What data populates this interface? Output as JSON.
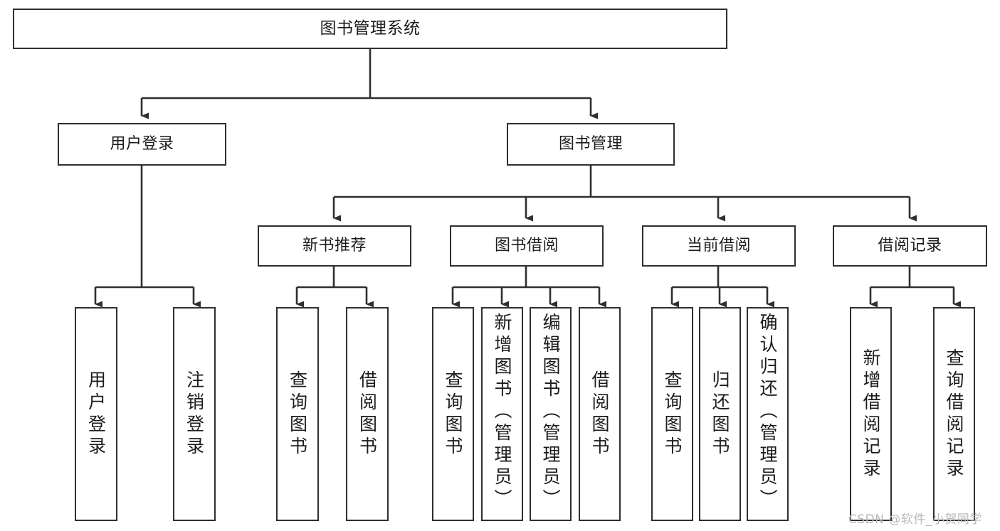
{
  "diagram": {
    "type": "hierarchy-tree",
    "title": "图书管理系统",
    "watermark": "CSDN @软件_小贺同学",
    "colors": {
      "box_border": "#2f2f2f",
      "box_fill": "#ffffff",
      "edge": "#2f2f2f",
      "text": "#1c1c1c",
      "watermark": "#b9b9b9"
    },
    "nodes": {
      "root": {
        "label": "图书管理系统"
      },
      "level2": [
        {
          "label": "用户登录"
        },
        {
          "label": "图书管理"
        }
      ],
      "level3": [
        {
          "label": "新书推荐"
        },
        {
          "label": "图书借阅"
        },
        {
          "label": "当前借阅"
        },
        {
          "label": "借阅记录"
        }
      ],
      "leaves": {
        "user_login": [
          {
            "label": "用户登录"
          },
          {
            "label": "注销登录"
          }
        ],
        "new_book_recommend": [
          {
            "label": "查询图书"
          },
          {
            "label": "借阅图书"
          }
        ],
        "book_borrow": [
          {
            "label": "查询图书"
          },
          {
            "label": "新增图书（管理员）"
          },
          {
            "label": "编辑图书（管理员）"
          },
          {
            "label": "借阅图书"
          }
        ],
        "current_borrow": [
          {
            "label": "查询图书"
          },
          {
            "label": "归还图书"
          },
          {
            "label": "确认归还（管理员）"
          }
        ],
        "borrow_record": [
          {
            "label": "新增借阅记录"
          },
          {
            "label": "查询借阅记录"
          }
        ]
      }
    }
  }
}
